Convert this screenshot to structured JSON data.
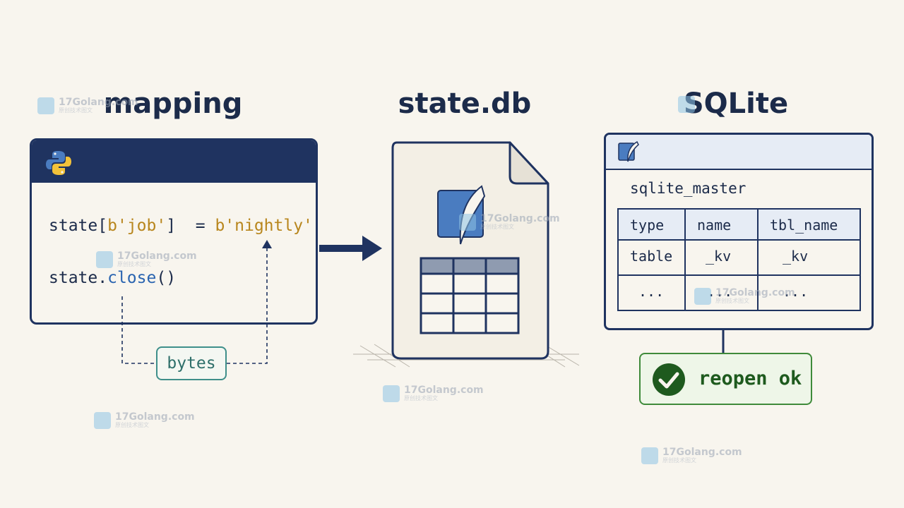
{
  "titles": {
    "mapping": "mapping",
    "statedb": "state.db",
    "sqlite": "SQLite"
  },
  "code": {
    "line1_a": "state[",
    "line1_key": "b'job'",
    "line1_b": "]  = ",
    "line1_val": "b'nightly'",
    "line2_a": "state.",
    "line2_fn": "close",
    "line2_b": "()"
  },
  "bytes_label": "bytes",
  "sqlite_panel": {
    "caption": "sqlite_master",
    "headers": [
      "type",
      "name",
      "tbl_name"
    ],
    "rows": [
      [
        "table",
        "_kv",
        "_kv"
      ],
      [
        "...",
        "...",
        "..."
      ]
    ]
  },
  "status": {
    "label": "reopen ok"
  },
  "watermark": {
    "text": "17Golang.com",
    "sub": "原创技术图文"
  },
  "colors": {
    "navy": "#1f3360",
    "string": "#b8861d",
    "function": "#2a64b0",
    "teal": "#3f8f8a",
    "success": "#3f8a3a"
  },
  "icons": {
    "code_panel": "python-logo-icon",
    "file": "file-icon",
    "feather": "sqlite-feather-icon",
    "table": "table-icon",
    "arrow": "arrow-right-icon",
    "check": "checkmark-icon"
  }
}
